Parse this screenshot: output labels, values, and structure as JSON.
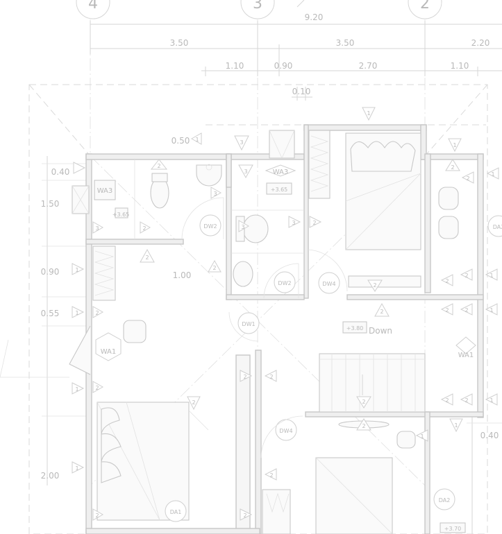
{
  "grid_labels": {
    "a": "4",
    "b": "3",
    "c": "2"
  },
  "dimensions": {
    "overall": "9.20",
    "span_1": "3.50",
    "span_2": "3.50",
    "span_3": "2.20",
    "sub_1": "1.10",
    "sub_2": "0.90",
    "sub_3": "2.70",
    "sub_4": "1.10",
    "top_offset": "0.10",
    "left_1": "0.40",
    "left_2": "1.50",
    "left_3": "0.90",
    "left_4": "0.55",
    "left_5": "2.00",
    "right_1": "0.40",
    "corridor": "1.00",
    "ledge": "0.50"
  },
  "labels": {
    "stair": "Down",
    "wa3_a": "WA3",
    "wa3_b": "WA3",
    "wa1": "WA1",
    "wa_right": "WA1",
    "dw1": "DW1",
    "dw2_a": "DW2",
    "dw2_b": "DW2",
    "dw4_a": "DW4",
    "dw4_b": "DW4",
    "da1": "DA1",
    "da2_a": "DA2",
    "da2_b": "DA2",
    "level_1": "+3.65",
    "level_2": "+3.65",
    "level_3": "+3.80",
    "level_4": "+3.70"
  },
  "marker_numbers": {
    "m1": "1",
    "m2": "2",
    "m3": "3"
  },
  "colors": {
    "line": "#cfcfcf",
    "wall_fill": "#efefef",
    "text": "#b9b9b9"
  }
}
